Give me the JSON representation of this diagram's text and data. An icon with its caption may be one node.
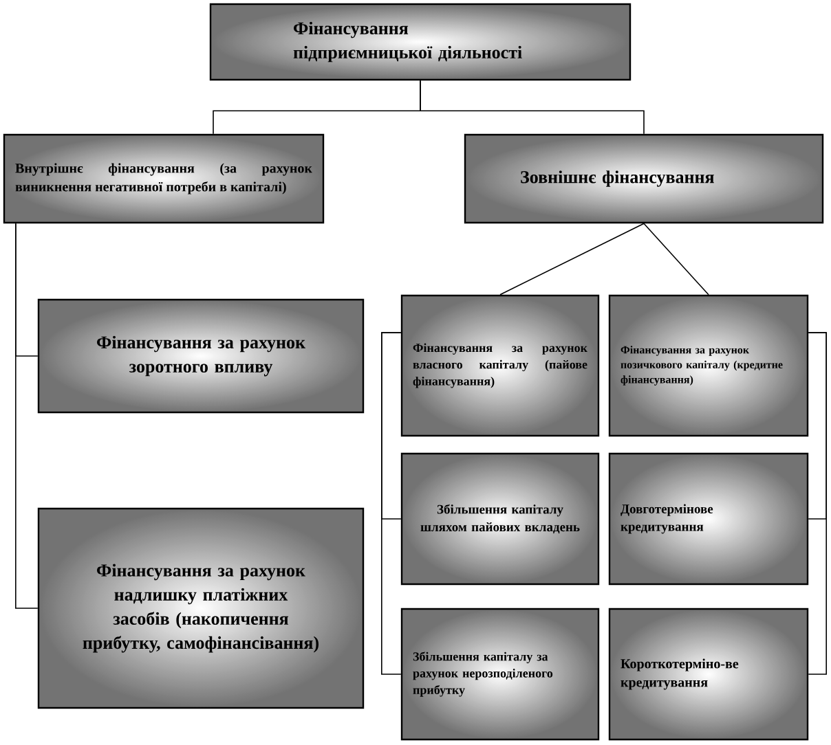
{
  "diagram": {
    "nodes": [
      {
        "text": [
          "Фінансування підприємницької діяльності"
        ]
      },
      {
        "text": [
          "Внутрішнє фінансування (за рахунок виникнення негативної потреби в капіталі)"
        ]
      },
      {
        "text": [
          "Зовнішнє фінансування"
        ]
      },
      {
        "text": [
          "Фінансування за рахунок зоротного впливу"
        ]
      },
      {
        "text": [
          "Фінансування за рахунок надлишку платіжних засобів (накопичення прибутку, самофінансівання)"
        ]
      },
      {
        "text": [
          "Фінансування за рахунок власного капіталу (пайове фінансування)"
        ]
      },
      {
        "text": [
          "Фінансування за рахунок позичкового капіталу (кредитне фінансування)"
        ]
      },
      {
        "text": [
          "Збільшення капіталу шляхом пайових вкладень"
        ]
      },
      {
        "text": [
          "Довготермінове кредитування"
        ]
      },
      {
        "text": [
          "Збільшення капіталу за рахунок нерозподіленого прибутку"
        ]
      },
      {
        "text": [
          "Короткотерміно-ве кредитування"
        ]
      }
    ],
    "edges": [
      {
        "from": 0,
        "to": 1,
        "arrow": "none"
      },
      {
        "from": 0,
        "to": 2,
        "arrow": "none"
      },
      {
        "from": 1,
        "to": 3,
        "arrow": "none"
      },
      {
        "from": 1,
        "to": 4,
        "arrow": "none"
      },
      {
        "from": 2,
        "to": 5,
        "arrow": "none"
      },
      {
        "from": 2,
        "to": 6,
        "arrow": "none"
      },
      {
        "from": 5,
        "to": 7,
        "arrow": "none"
      },
      {
        "from": 5,
        "to": 9,
        "arrow": "none"
      },
      {
        "from": 6,
        "to": 8,
        "arrow": "none"
      },
      {
        "from": 6,
        "to": 10,
        "arrow": "none"
      }
    ]
  }
}
